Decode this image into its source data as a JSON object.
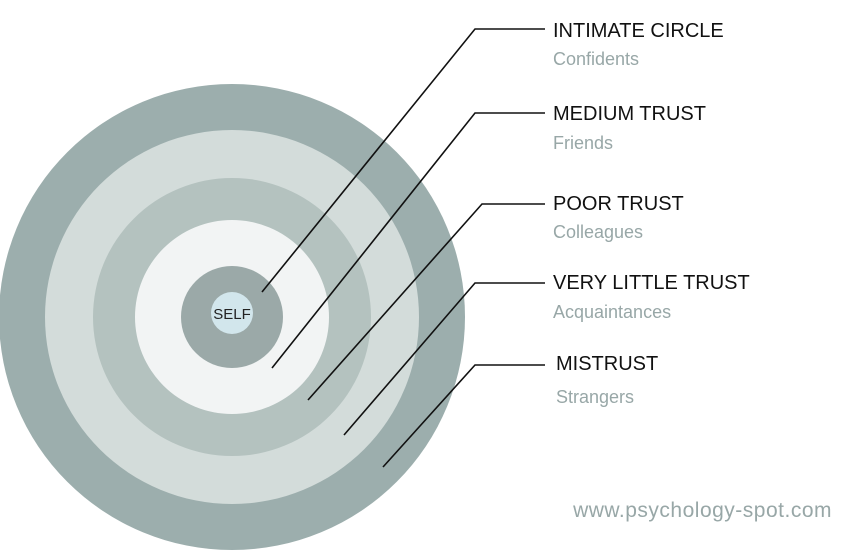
{
  "center_label": "SELF",
  "colors": {
    "ring_outer": "#9caead",
    "ring_fourth": "#d3dcda",
    "ring_third": "#b4c2bf",
    "ring_second": "#f2f4f4",
    "ring_inner": "#9ba9a8",
    "core": "#d2e6ec",
    "subtitle": "#98a7a7",
    "leader": "#111111"
  },
  "layers": [
    {
      "title": "INTIMATE CIRCLE",
      "subtitle": "Confidents"
    },
    {
      "title": "MEDIUM TRUST",
      "subtitle": "Friends"
    },
    {
      "title": "POOR TRUST",
      "subtitle": "Colleagues"
    },
    {
      "title": "VERY LITTLE TRUST",
      "subtitle": "Acquaintances"
    },
    {
      "title": "MISTRUST",
      "subtitle": "Strangers"
    }
  ],
  "footer_url": "www.psychology-spot.com"
}
